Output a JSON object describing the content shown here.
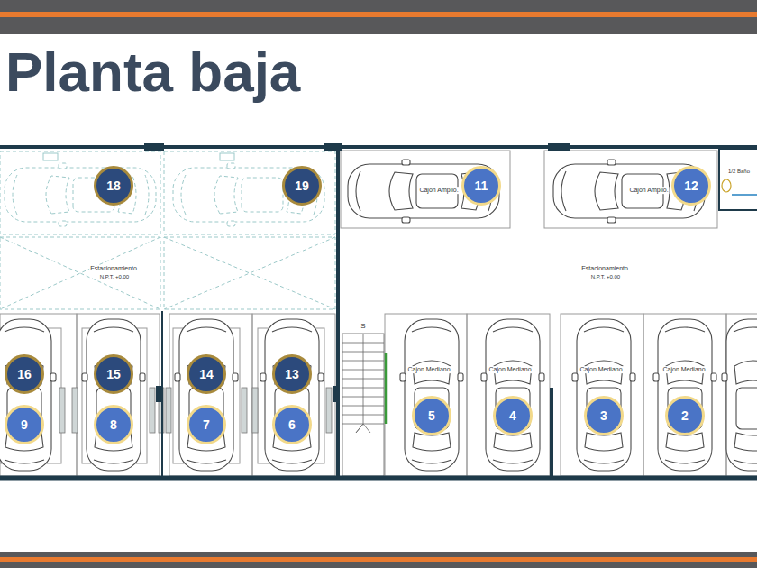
{
  "diagram": {
    "title": "Planta baja",
    "nodes": [
      {
        "text": [
          "18"
        ]
      },
      {
        "text": [
          "19"
        ]
      },
      {
        "text": [
          "11"
        ]
      },
      {
        "text": [
          "12"
        ]
      },
      {
        "text": [
          "16"
        ]
      },
      {
        "text": [
          "15"
        ]
      },
      {
        "text": [
          "14"
        ]
      },
      {
        "text": [
          "13"
        ]
      },
      {
        "text": [
          "9"
        ]
      },
      {
        "text": [
          "8"
        ]
      },
      {
        "text": [
          "7"
        ]
      },
      {
        "text": [
          "6"
        ]
      },
      {
        "text": [
          "5"
        ]
      },
      {
        "text": [
          "4"
        ]
      },
      {
        "text": [
          "3"
        ]
      },
      {
        "text": [
          "2"
        ]
      }
    ],
    "labels": [
      "Cajon Amplio.",
      "1/2 Baño",
      "Cajon Amplio.",
      "Estacionamiento.",
      "N.P.T. +0.00",
      "Estacionamiento.",
      "N.P.T. +0.00",
      "S",
      "Cajon Mediano.",
      "Cajon Mediano.",
      "Cajon Mediano.",
      "Cajon Mediano."
    ]
  }
}
